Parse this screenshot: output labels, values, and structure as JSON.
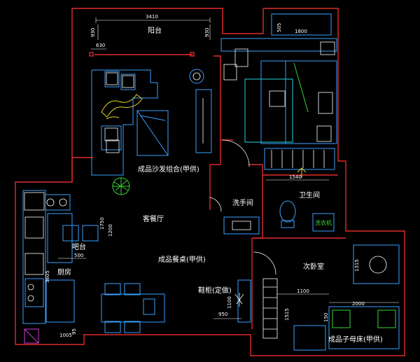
{
  "rooms": {
    "balcony": "阳台",
    "sofa_set": "成品沙发组合(甲供)",
    "living_dining": "客餐厅",
    "dining_table": "成品餐桌(甲供)",
    "wash_area": "洗手间",
    "bathroom": "卫生间",
    "washer": "洗衣机",
    "bar": "吧台",
    "kitchen": "厨房",
    "shoe_cabinet": "鞋柜(定做)",
    "second_bedroom": "次卧室",
    "bunk_bed": "成品子母床(甲供)"
  },
  "dimensions": {
    "balcony_width": "3410",
    "balcony_left_depth": "930",
    "balcony_right_depth": "930",
    "balcony_stub": "630",
    "wardrobe_1800": "1800",
    "wardrobe_505": "505",
    "bath_1540": "1540",
    "wall_1750": "1750",
    "wall_1200": "1200",
    "bar_500": "500",
    "kitchen_3605": "3605",
    "kitchen_1005": "1005",
    "kitchen_95": "95",
    "shoe_1100_v": "1100",
    "shoe_950": "950",
    "corridor_1100": "1100",
    "corridor_1515": "1515",
    "bed_2000": "2000",
    "bed_1315": "1315",
    "bed_150": "150"
  },
  "colors": {
    "wall": "#e02a2a",
    "furniture": "#3aa0ff",
    "plant": "#39d43a",
    "fixture": "#22d6e0",
    "dimension": "#ffffff",
    "accent": "#e5d32a"
  }
}
